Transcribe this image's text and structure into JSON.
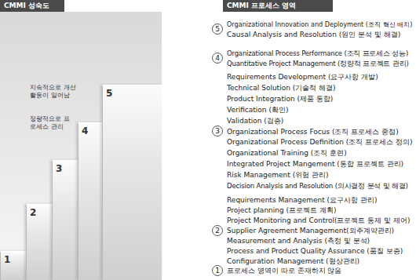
{
  "diagram": {
    "nodes": [
      {
        "text": [
          "CMMI 성숙도"
        ]
      },
      {
        "text": [
          "CMMI 프로세스 영역"
        ]
      },
      {
        "text": [
          "5"
        ]
      },
      {
        "text": [
          "4"
        ]
      },
      {
        "text": [
          "3"
        ]
      },
      {
        "text": [
          "2"
        ]
      },
      {
        "text": [
          "1"
        ]
      },
      {
        "text": [
          "5"
        ]
      },
      {
        "text": [
          "4"
        ]
      },
      {
        "text": [
          "3"
        ]
      },
      {
        "text": [
          "2"
        ]
      },
      {
        "text": [
          "1"
        ]
      }
    ],
    "labels": [
      "지속적으로 개선 활동이 일어남",
      "정량적으로 프로세스 관리",
      "Organizational Innovation and Deployment (조직 혁신 배치)",
      "Causal Analysis and Resolution (원인 분석 및 해결)",
      "Organizational Process Performance (조직 프로세스 성능)",
      "Quantitative Project Management (정량적 프로젝트 관리)",
      "Requirements Development (요구사항 개발)",
      "Technical Solution (기술적 해결)",
      "Product Integration (제품 통합)",
      "Verification (확인)",
      "Validation (검증)",
      "Organizational Process Focus (조직 프로세스 중점)",
      "Organizational Process Definition (조직 프로세스 정의)",
      "Organizational Training (조직 훈련)",
      "Integrated Project Mangement (통합 프로젝트 관리)",
      "Risk Management (위험 관리)",
      "Decision Analysis and Resolution (의사결정 분석 및 해결)",
      "Requirements Management (요구사항 관리)",
      "Project planning (프로젝트 계획)",
      "Project Monitoring and Control(프로젝트 통제 및 제어)",
      "Supplier Agreement Management(외주계약관리)",
      "Measurement and Analysis (측정 및 분석)",
      "Process and Product Quality Assurance (품질 보증)",
      "Configuration Management (형상관리)",
      "프로세스 영역이 따로 존재하지 않음"
    ]
  }
}
